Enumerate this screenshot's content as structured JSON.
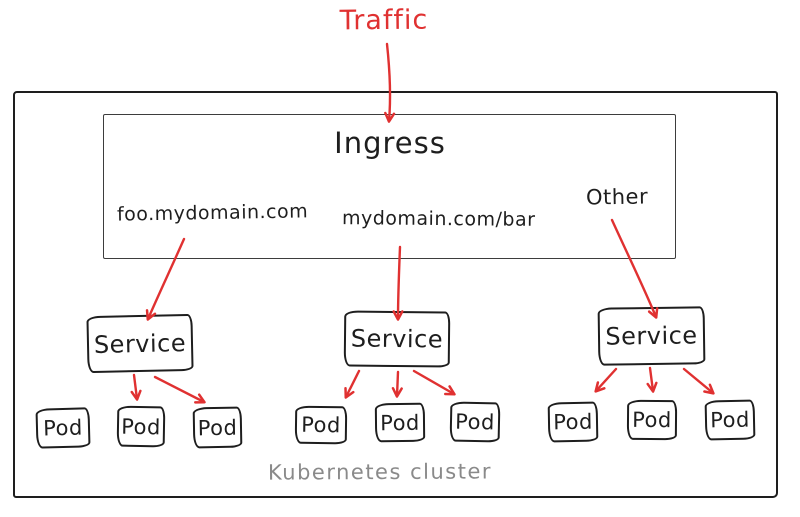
{
  "labels": {
    "traffic": "Traffic",
    "ingress_title": "Ingress",
    "service": "Service",
    "pod": "Pod",
    "cluster": "Kubernetes cluster"
  },
  "ingress": {
    "routes": [
      "foo.mydomain.com",
      "mydomain.com/bar",
      "Other"
    ]
  },
  "connections": [
    "Traffic -> Ingress",
    "foo.mydomain.com -> Service 1",
    "mydomain.com/bar -> Service 2",
    "Other -> Service 3",
    "Service 1 -> Pod 2, Pod 3",
    "Service 2 -> Pod 4, Pod 5, Pod 6",
    "Service 3 -> Pod 7, Pod 8, Pod 9"
  ],
  "colors": {
    "arrow_red": "#e03131",
    "stroke_black": "#1e1e1e",
    "cluster_gray": "#8a8a8a",
    "background": "#ffffff"
  }
}
